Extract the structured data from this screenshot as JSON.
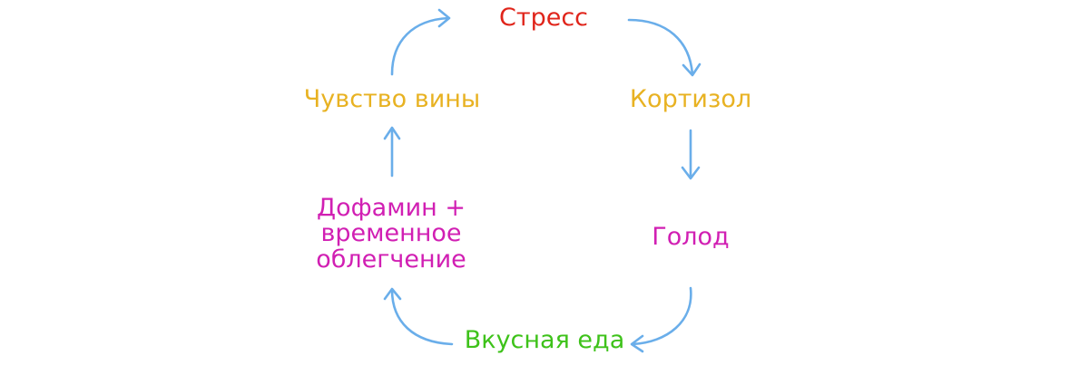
{
  "nodes": {
    "stress": {
      "text": "Стресс",
      "color": "#e0251b"
    },
    "cortisol": {
      "text": "Кортизол",
      "color": "#e8b222"
    },
    "hunger": {
      "text": "Голод",
      "color": "#d11fb3"
    },
    "tasty_food": {
      "text": "Вкусная еда",
      "color": "#3ec21a"
    },
    "dopamine": {
      "text": "Дофамин +\nвременное\nоблегчение",
      "color": "#d11fb3"
    },
    "guilt": {
      "text": "Чувство вины",
      "color": "#e8b222"
    }
  },
  "arrow_color": "#6aaeea",
  "cycle": [
    {
      "from": "Стресс",
      "to": "Кортизол"
    },
    {
      "from": "Кортизол",
      "to": "Голод"
    },
    {
      "from": "Голод",
      "to": "Вкусная еда"
    },
    {
      "from": "Вкусная еда",
      "to": "Дофамин +\nвременное\nоблегчение"
    },
    {
      "from": "Дофамин +\nвременное\nоблегчение",
      "to": "Чувство вины"
    },
    {
      "from": "Чувство вины",
      "to": "Стресс"
    }
  ]
}
